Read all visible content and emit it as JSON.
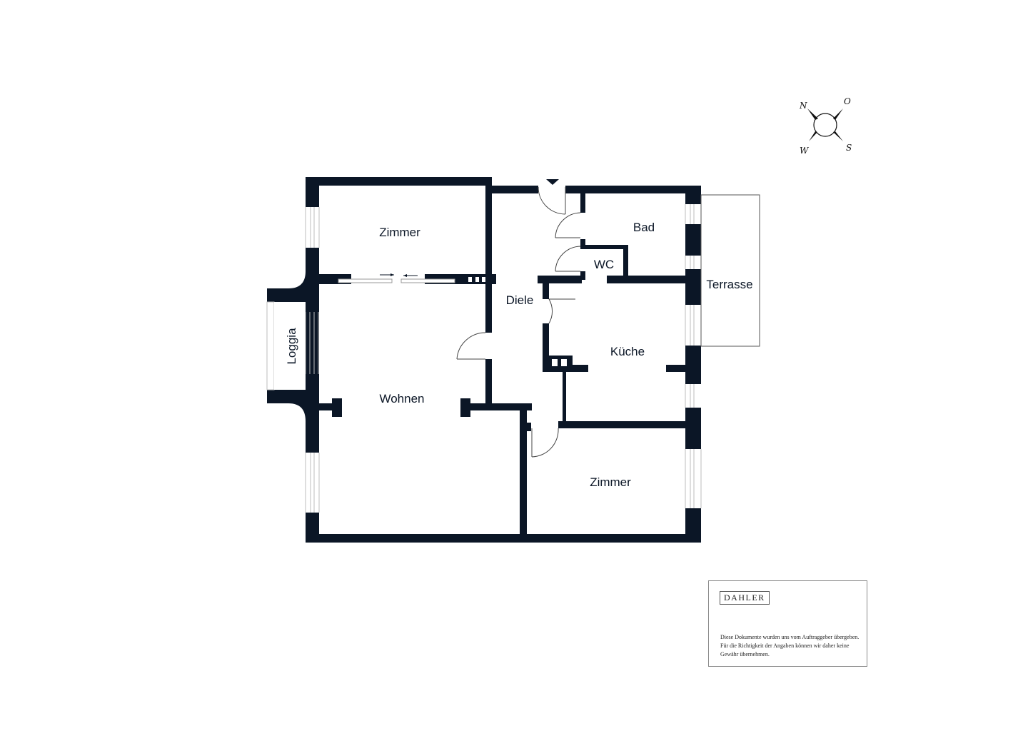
{
  "floorplan": {
    "rooms": [
      {
        "id": "zimmer-1",
        "label": "Zimmer"
      },
      {
        "id": "bad",
        "label": "Bad"
      },
      {
        "id": "wc",
        "label": "WC"
      },
      {
        "id": "diele",
        "label": "Diele"
      },
      {
        "id": "terrasse",
        "label": "Terrasse"
      },
      {
        "id": "kueche",
        "label": "Küche"
      },
      {
        "id": "loggia",
        "label": "Loggia"
      },
      {
        "id": "wohnen",
        "label": "Wohnen"
      },
      {
        "id": "zimmer-2",
        "label": "Zimmer"
      }
    ],
    "wall_color": "#0b1626",
    "window_color": "#bdbdbd"
  },
  "compass": {
    "north": "N",
    "east": "O",
    "south": "S",
    "west": "W"
  },
  "footer": {
    "logo": "DAHLER",
    "disclaimer": "Diese Dokumente wurden uns vom Auftraggeber übergeben. Für die Richtigkeit der Angaben können wir daher keine Gewähr übernehmen."
  }
}
